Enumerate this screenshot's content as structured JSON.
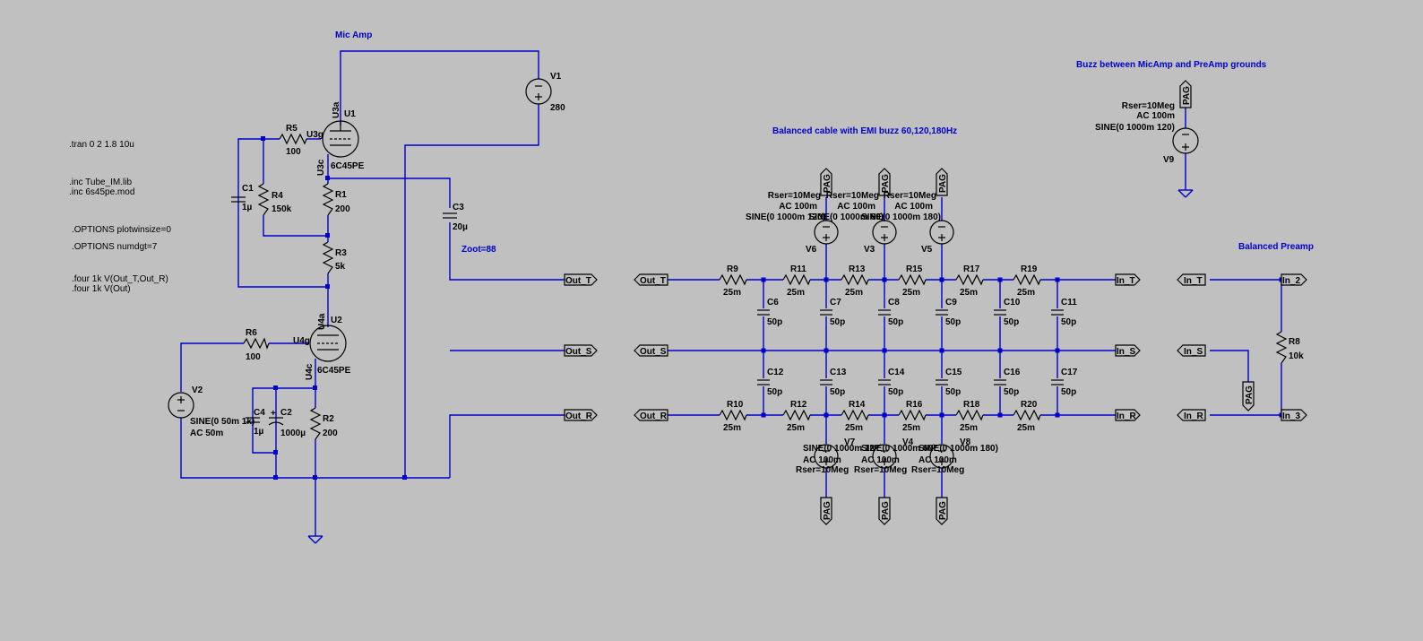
{
  "comments": {
    "mic_amp": "Mic Amp",
    "balanced_cable": "Balanced cable with EMI buzz 60,120,180Hz",
    "buzz": "Buzz between MicAmp and PreAmp grounds",
    "balanced_preamp": "Balanced Preamp",
    "zoot": "Zoot=88"
  },
  "directives": {
    "tran": ".tran 0 2 1.8 10u",
    "inc1": ".inc Tube_IM.lib",
    "inc2": ".inc 6s45pe.mod",
    "opt1": ".OPTIONS plotwinsize=0",
    "opt2": ".OPTIONS numdgt=7",
    "four1": ".four 1k V(Out_T,Out_R)",
    "four2": ".four 1k V(Out)"
  },
  "tubes": {
    "U1": {
      "ref": "U1",
      "model": "6C45PE",
      "anode": "U3a",
      "grid": "U3g",
      "cathode": "U3c"
    },
    "U2": {
      "ref": "U2",
      "model": "6C45PE",
      "anode": "U4a",
      "grid": "U4g",
      "cathode": "U4c"
    }
  },
  "amp_parts": {
    "R5": {
      "ref": "R5",
      "value": "100"
    },
    "R4": {
      "ref": "R4",
      "value": "150k"
    },
    "C1": {
      "ref": "C1",
      "value": "1µ"
    },
    "R1": {
      "ref": "R1",
      "value": "200"
    },
    "R3": {
      "ref": "R3",
      "value": "5k"
    },
    "C3": {
      "ref": "C3",
      "value": "20µ"
    },
    "R6": {
      "ref": "R6",
      "value": "100"
    },
    "C4": {
      "ref": "C4",
      "value": "1µ"
    },
    "C2": {
      "ref": "C2",
      "value": "1000µ"
    },
    "R2": {
      "ref": "R2",
      "value": "200"
    },
    "V1": {
      "ref": "V1",
      "value": "280"
    },
    "V2": {
      "ref": "V2",
      "value1": "SINE(0 50m 1k)",
      "value2": "AC 50m"
    }
  },
  "nets": {
    "out_t": "Out_T",
    "out_s": "Out_S",
    "out_r": "Out_R",
    "in_t": "In_T",
    "in_s": "In_S",
    "in_r": "In_R",
    "in_2": "In_2",
    "in_3": "In_3",
    "pag": "PAG"
  },
  "cable": {
    "top_resistors": [
      {
        "ref": "R9",
        "value": "25m"
      },
      {
        "ref": "R11",
        "value": "25m"
      },
      {
        "ref": "R13",
        "value": "25m"
      },
      {
        "ref": "R15",
        "value": "25m"
      },
      {
        "ref": "R17",
        "value": "25m"
      },
      {
        "ref": "R19",
        "value": "25m"
      }
    ],
    "bottom_resistors": [
      {
        "ref": "R10",
        "value": "25m"
      },
      {
        "ref": "R12",
        "value": "25m"
      },
      {
        "ref": "R14",
        "value": "25m"
      },
      {
        "ref": "R16",
        "value": "25m"
      },
      {
        "ref": "R18",
        "value": "25m"
      },
      {
        "ref": "R20",
        "value": "25m"
      }
    ],
    "top_caps": [
      {
        "ref": "C6",
        "value": "50p"
      },
      {
        "ref": "C7",
        "value": "50p"
      },
      {
        "ref": "C8",
        "value": "50p"
      },
      {
        "ref": "C9",
        "value": "50p"
      },
      {
        "ref": "C10",
        "value": "50p"
      },
      {
        "ref": "C11",
        "value": "50p"
      }
    ],
    "bottom_caps": [
      {
        "ref": "C12",
        "value": "50p"
      },
      {
        "ref": "C13",
        "value": "50p"
      },
      {
        "ref": "C14",
        "value": "50p"
      },
      {
        "ref": "C15",
        "value": "50p"
      },
      {
        "ref": "C16",
        "value": "50p"
      },
      {
        "ref": "C17",
        "value": "50p"
      }
    ],
    "top_sources": [
      {
        "ref": "V6",
        "rser": "Rser=10Meg",
        "ac": "AC 100m",
        "sine": "SINE(0 1000m 120)"
      },
      {
        "ref": "V3",
        "rser": "Rser=10Meg",
        "ac": "AC 100m",
        "sine": "SINE(0 1000m 60)"
      },
      {
        "ref": "V5",
        "rser": "Rser=10Meg",
        "ac": "AC 100m",
        "sine": "SINE(0 1000m 180)"
      }
    ],
    "bottom_sources": [
      {
        "ref": "V7",
        "rser": "Rser=10Meg",
        "ac": "AC 100m",
        "sine": "SINE(0 1000m 120)"
      },
      {
        "ref": "V4",
        "rser": "Rser=10Meg",
        "ac": "AC 100m",
        "sine": "SINE(0 1000m 60)"
      },
      {
        "ref": "V8",
        "rser": "Rser=10Meg",
        "ac": "AC 100m",
        "sine": "SINE(0 1000m 180)"
      }
    ]
  },
  "buzz_source": {
    "ref": "V9",
    "rser": "Rser=10Meg",
    "ac": "AC 100m",
    "sine": "SINE(0 1000m 120)"
  },
  "preamp": {
    "R8": {
      "ref": "R8",
      "value": "10k"
    }
  }
}
